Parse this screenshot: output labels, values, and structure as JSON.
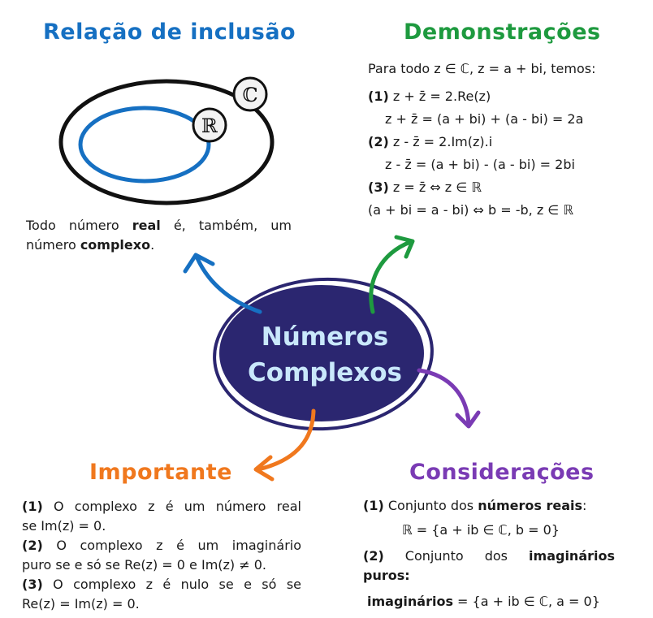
{
  "center": {
    "line1": "Números",
    "line2": "Complexos"
  },
  "inclusion": {
    "title": "Relação de inclusão",
    "outer_set": "ℂ",
    "inner_set": "ℝ",
    "text_line1_a": "Todo número ",
    "text_line1_b": "real",
    "text_line1_c": " é, também, um",
    "text_line2_a": "número ",
    "text_line2_b": "complexo",
    "text_line2_c": "."
  },
  "demonstrations": {
    "title": "Demonstrações",
    "intro": "Para todo z ∈ ℂ, z = a + bi, temos:",
    "l1_num": "(1)",
    "l1": " z + z̄ = 2.Re(z)",
    "l2": "z + z̄ = (a + bi) + (a - bi) = 2a",
    "l3_num": "(2)",
    "l3": " z - z̄ = 2.Im(z).i",
    "l4": "z - z̄ = (a + bi) - (a - bi) = 2bi",
    "l5_num": "(3)",
    "l5": " z = z̄ ⇔ z ∈ ℝ",
    "l6": "(a + bi = a - bi) ⇔ b = -b, z ∈ ℝ"
  },
  "important": {
    "title": "Importante",
    "p1_num": "(1)",
    "p1_line1": " O complexo z é um número real",
    "p1_line2": "se Im(z) = 0.",
    "p2_num": "(2)",
    "p2_line1": " O complexo z é um imaginário",
    "p2_line2": "puro se e só se Re(z) = 0 e Im(z) ≠ 0.",
    "p3_num": "(3)",
    "p3_line1": " O complexo z é nulo se e só se",
    "p3_line2": "Re(z) = Im(z) = 0."
  },
  "considerations": {
    "title": "Considerações",
    "c1_num": "(1)",
    "c1_a": " Conjunto dos ",
    "c1_b": "números reais",
    "c1_c": ":",
    "c1_formula": "ℝ = {a + ib ∈ ℂ, b = 0}",
    "c2_num": "(2)",
    "c2_a": " Conjunto dos ",
    "c2_b": "imaginários",
    "c2_line2": "puros:",
    "c2_formula_a": "imaginários",
    "c2_formula_b": " = {a + ib ∈ ℂ, a = 0}"
  },
  "colors": {
    "center_fill": "#2b2670",
    "blue": "#1670c2",
    "green": "#1e9a3f",
    "orange": "#f0781e",
    "purple": "#7a3bb4"
  }
}
